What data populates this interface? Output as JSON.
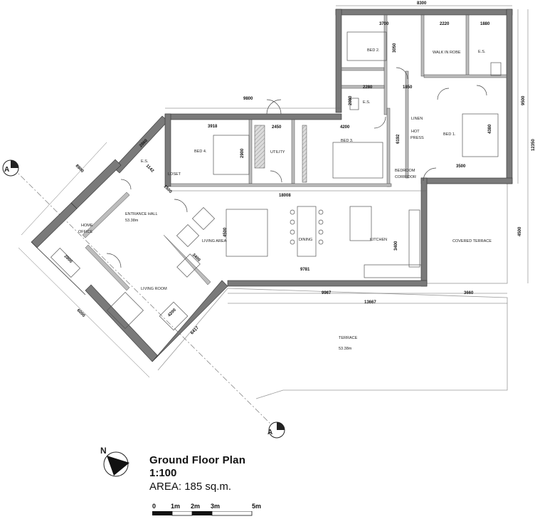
{
  "title": "Ground Floor Plan",
  "scale_label": "1:100",
  "area_label": "AREA:",
  "area_value": "185 sq.m.",
  "scale_bar_ticks": [
    "0",
    "1m",
    "2m",
    "3m",
    "5m"
  ],
  "section_marker": "A",
  "north_marker": "N",
  "rooms": {
    "bed1": "BED 1.",
    "bed2": "BED 2.",
    "bed3": "BED 3.",
    "bed4": "BED 4.",
    "walk_in_robe": "WALK IN ROBE",
    "es_top": "E.S.",
    "es_mid": "E.S.",
    "es_left": "E.S.",
    "linen": "LINEN",
    "hot_press1": "HOT",
    "hot_press2": "PRESS",
    "corridor1": "BEDROOM",
    "corridor2": "CORRIDOR",
    "utility": "UTILITY",
    "loset": "LOSET",
    "entrance": "ENTRANCE HALL",
    "entrance_area": "53.38m",
    "home1": "HOME",
    "home2": "OFFICE",
    "living_area": "LIVING AREA",
    "dining": "DINING",
    "kitchen": "KITCHEN",
    "covered_terrace": "COVERED TERRACE",
    "living_room": "LIVING ROOM",
    "terrace": "TERRACE",
    "terrace_area": "53.38m"
  },
  "dimensions": {
    "d8300": "8300",
    "d3700": "3700",
    "d2220": "2220",
    "d1880": "1880",
    "d3050": "3050",
    "d2280": "2280",
    "d1850": "1850",
    "d2080": "2080",
    "d9800": "9800",
    "d4200": "4200",
    "d3918": "3918",
    "d2450": "2450",
    "d9500": "9500",
    "d12350": "12350",
    "d6192": "6192",
    "d3500": "3500",
    "d4380": "4380",
    "d2900": "2900",
    "d1500": "1500",
    "d18008": "18008",
    "d8900": "8900",
    "d4500a": "4500",
    "d4500b": "4500",
    "d3400a": "3400",
    "d3400b": "3400",
    "d2800": "2800",
    "d9781": "9781",
    "d9967": "9967",
    "d3660": "3660",
    "d13667": "13667",
    "d6000": "6000",
    "d4200b": "4200",
    "d6417": "6417",
    "d1142": "1142",
    "d2860": "2860"
  }
}
